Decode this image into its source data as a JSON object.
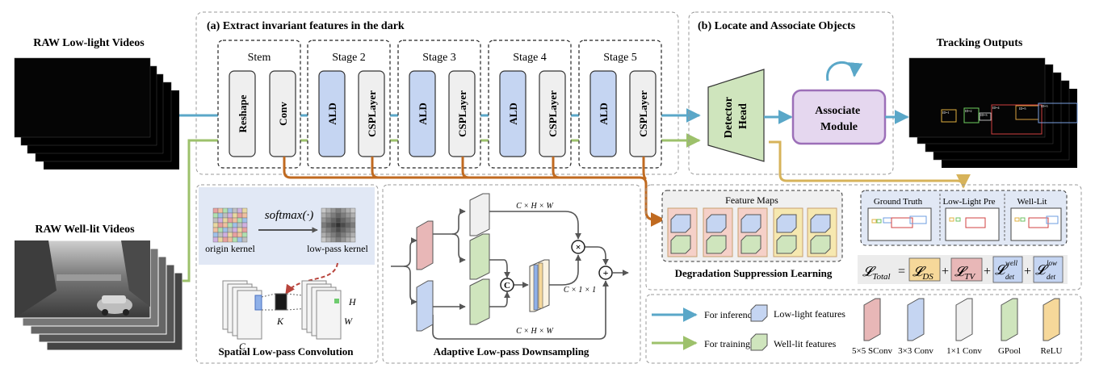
{
  "inputs": {
    "raw_low_light": "RAW Low-light Videos",
    "raw_well_lit": "RAW Well-lit  Videos",
    "tracking_outputs": "Tracking Outputs"
  },
  "part_a": {
    "title": "(a) Extract invariant features in the dark",
    "stages": [
      "Stem",
      "Stage 2",
      "Stage 3",
      "Stage 4",
      "Stage 5"
    ],
    "blocks": [
      "Reshape",
      "Conv",
      "ALD",
      "CSPLayer"
    ]
  },
  "part_b": {
    "title": "(b) Locate and Associate Objects",
    "detector": [
      "Detector",
      "Head"
    ],
    "associate": [
      "Associate",
      "Module"
    ]
  },
  "slc": {
    "title": "Spatial Low-pass Convolution",
    "origin_kernel": "origin kernel",
    "low_pass_kernel": "low-pass kernel",
    "softmax": "softmax(·)",
    "C": "C",
    "K": "K",
    "H": "H",
    "W": "W"
  },
  "ald": {
    "title": "Adaptive Low-pass Downsampling",
    "chw_top": "C × H × W",
    "c11": "C × 1 × 1",
    "chw_bottom": "C × H × W",
    "concat": "C",
    "mult": "×",
    "add": "+"
  },
  "dsl": {
    "title": "Degradation Suppression Learning",
    "feature_maps": "Feature Maps",
    "ground_truth": "Ground Truth",
    "low_light_pre": "Low-Light Pre",
    "well_lit": "Well-Lit",
    "loss": {
      "total": "𝓛",
      "total_sub": "Total",
      "ds": "𝓛",
      "ds_sub": "DS",
      "tv": "𝓛",
      "tv_sub": "TV",
      "det": "𝓛",
      "det_sub": "det",
      "well_sup": "well",
      "low_sup": "low"
    }
  },
  "legend": {
    "for_inference": "For inference",
    "for_training": "For training",
    "low_light_features": "Low-light features",
    "well_lit_features": "Well-lit features",
    "conv5": "5×5 SConv",
    "conv3": "3×3 Conv",
    "conv1": "1×1 Conv",
    "gpool": "GPool",
    "relu": "ReLU"
  },
  "track_ids": [
    "ID=1",
    "ID=2",
    "ID=3",
    "ID=4",
    "ID=5",
    "ID=3"
  ],
  "colors": {
    "inference": "#5aa7c8",
    "training": "#9dc16b",
    "feedback": "#c06a20",
    "gt_arrow": "#d7b35a",
    "blue_block": "#c5d5f2",
    "green_block": "#cfe5bd",
    "red_block": "#e8b7b7",
    "yellow_block": "#f6d89a",
    "purple": "#9c6fb8"
  }
}
